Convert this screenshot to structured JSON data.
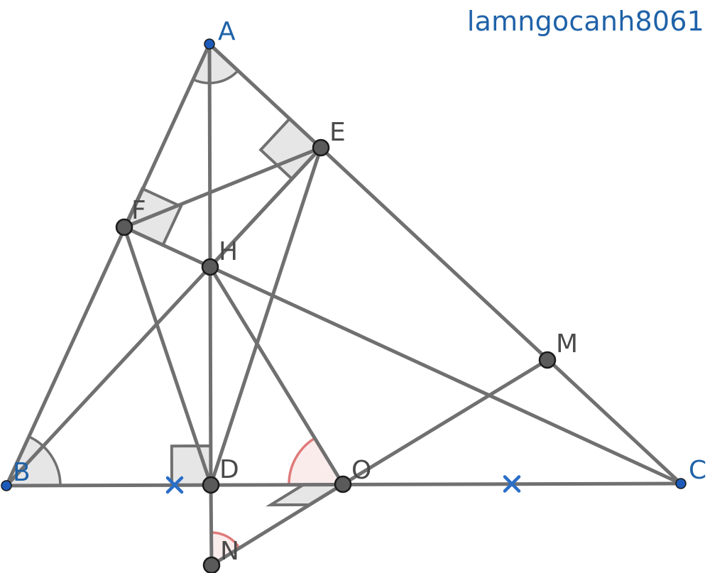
{
  "watermark": "lamngocanh8061",
  "colors": {
    "line": "#707070",
    "free_point": "#1e5bb8",
    "dependent_point": "#5a5a5a",
    "label_free": "#1f62a8",
    "label_dependent": "#4a4a4a",
    "angle_fill": "#e6e6e6",
    "angle_red": "#e07a7a",
    "tick": "#2a6ec7"
  },
  "points": [
    {
      "id": "A",
      "label": "A",
      "free": true
    },
    {
      "id": "B",
      "label": "B",
      "free": true
    },
    {
      "id": "C",
      "label": "C",
      "free": true
    },
    {
      "id": "D",
      "label": "D",
      "free": false
    },
    {
      "id": "E",
      "label": "E",
      "free": false
    },
    {
      "id": "F",
      "label": "F",
      "free": false
    },
    {
      "id": "H",
      "label": "H",
      "free": false
    },
    {
      "id": "M",
      "label": "M",
      "free": false
    },
    {
      "id": "O",
      "label": "O",
      "free": false
    },
    {
      "id": "N",
      "label": "N",
      "free": false
    }
  ],
  "segments": [
    [
      "A",
      "B"
    ],
    [
      "A",
      "C"
    ],
    [
      "B",
      "C"
    ],
    [
      "A",
      "D"
    ],
    [
      "D",
      "N"
    ],
    [
      "B",
      "E"
    ],
    [
      "C",
      "F"
    ],
    [
      "F",
      "E"
    ],
    [
      "F",
      "D"
    ],
    [
      "D",
      "E"
    ],
    [
      "H",
      "O"
    ],
    [
      "O",
      "M"
    ],
    [
      "O",
      "N"
    ],
    [
      "H",
      "E"
    ]
  ],
  "equal_marks": [
    "BO",
    "OC"
  ],
  "right_angles": [
    "D",
    "E",
    "F",
    "O"
  ],
  "marked_angles": [
    "A",
    "B",
    "O",
    "N"
  ]
}
